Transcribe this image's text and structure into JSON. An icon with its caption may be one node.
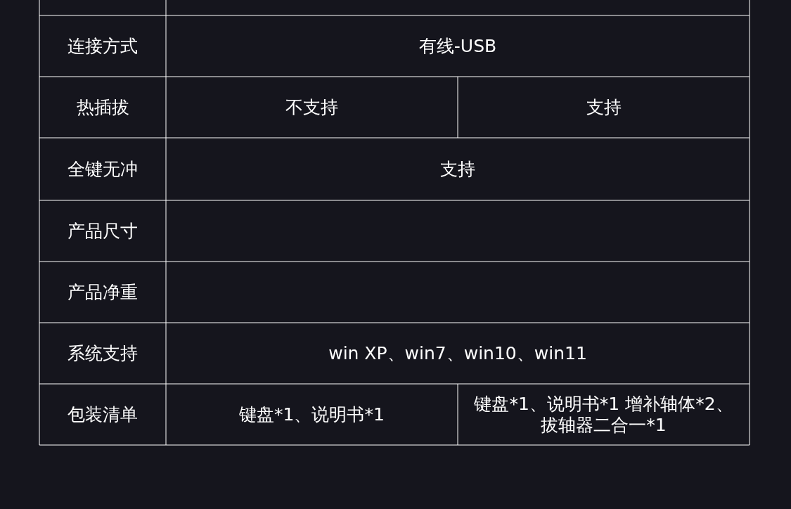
{
  "diagram": {
    "labels": [
      "连接方式",
      "有线-USB",
      "热插拔",
      "不支持",
      "支持",
      "全键无冲",
      "支持",
      "产品尺寸",
      "产品净重",
      "系统支持",
      "win XP、win7、win10、win11",
      "包装清单",
      "键盘*1、说明书*1",
      "键盘*1、说明书*1 增补轴体*2、拔轴器二合一*1"
    ]
  }
}
